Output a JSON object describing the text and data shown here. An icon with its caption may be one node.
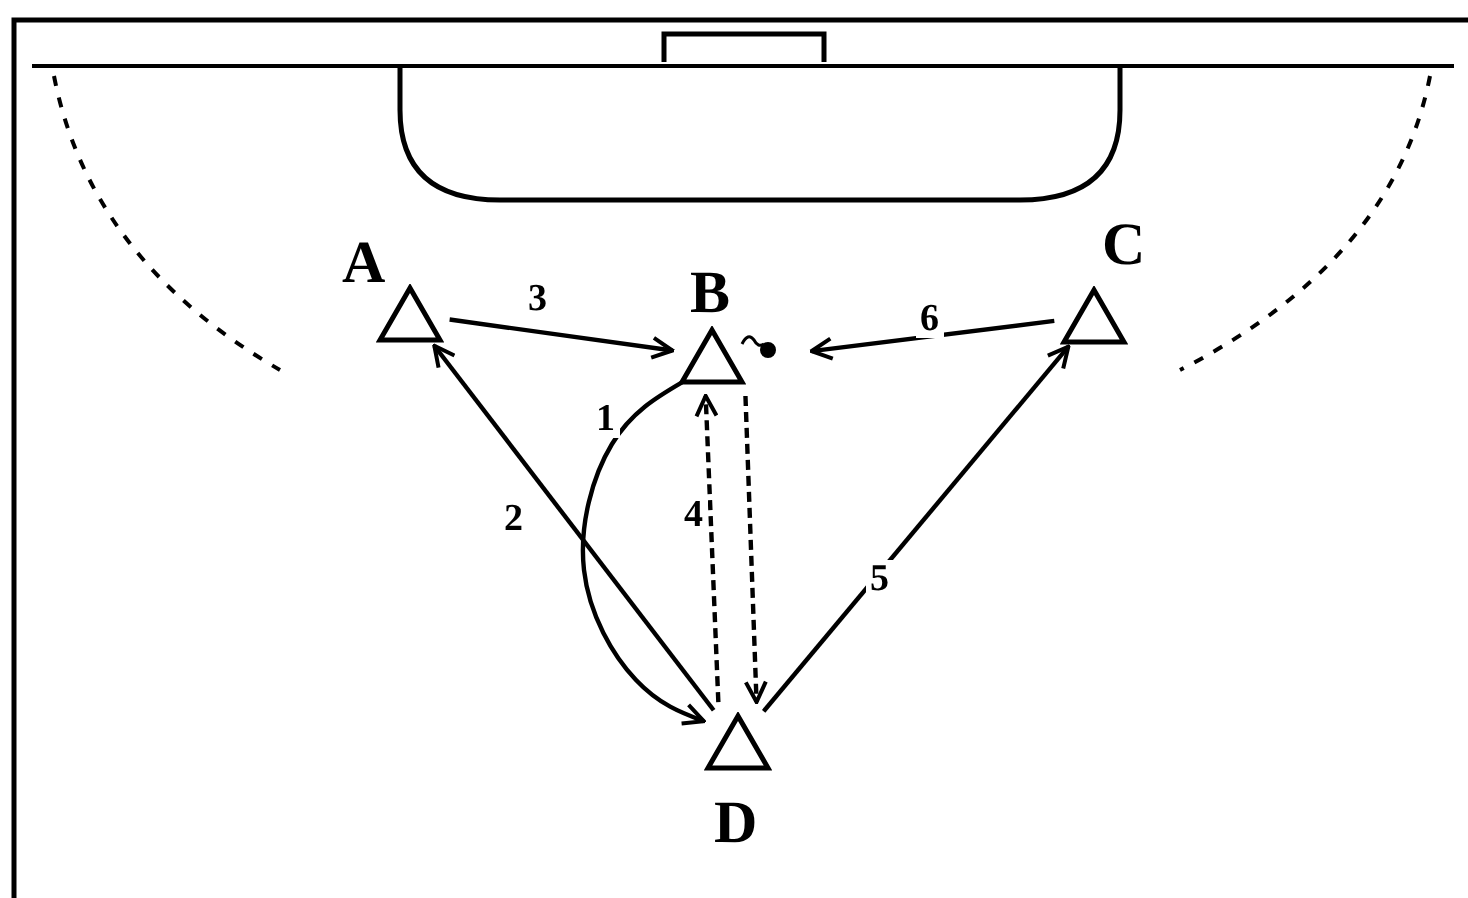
{
  "diagram": {
    "nodes": [
      {
        "text": [
          "A"
        ]
      },
      {
        "text": [
          "B"
        ]
      },
      {
        "text": [
          "C"
        ]
      },
      {
        "text": [
          "D"
        ]
      }
    ],
    "edges": [
      {
        "from": 1,
        "to": 3,
        "arrow": "to",
        "label": "1"
      },
      {
        "from": 3,
        "to": 0,
        "arrow": "to",
        "label": "2"
      },
      {
        "from": 0,
        "to": 1,
        "arrow": "to",
        "label": "3"
      },
      {
        "from": 3,
        "to": 1,
        "arrow": "to",
        "label": "4",
        "style": "dashed"
      },
      {
        "from": 1,
        "to": 3,
        "arrow": "to",
        "style": "dashed"
      },
      {
        "from": 3,
        "to": 2,
        "arrow": "to",
        "label": "5"
      },
      {
        "from": 2,
        "to": 1,
        "arrow": "to",
        "label": "6"
      }
    ]
  }
}
